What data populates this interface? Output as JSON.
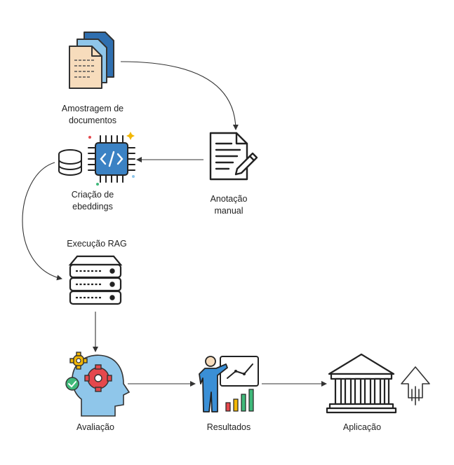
{
  "nodes": {
    "sampling": {
      "label": "Amostragem de\ndocumentos",
      "icon": "documents-stack-icon"
    },
    "annotation": {
      "label": "Anotação\nmanual",
      "icon": "document-pen-icon"
    },
    "embeddings": {
      "label": "Criação de\nebeddings",
      "icon": "database-chip-icon"
    },
    "rag": {
      "label": "Execução RAG",
      "icon": "server-rack-icon"
    },
    "evaluation": {
      "label": "Avaliação",
      "icon": "head-gears-icon"
    },
    "results": {
      "label": "Resultados",
      "icon": "presenter-chart-icon"
    },
    "application": {
      "label": "Aplicação",
      "icon": "bank-building-icon"
    }
  },
  "colors": {
    "doc_blue_dark": "#2f6fb0",
    "doc_blue_light": "#8fc6ea",
    "doc_paper": "#f7dcbc",
    "chip_blue": "#3b82c4",
    "gear_red": "#e5484d",
    "gear_yellow": "#f2b705",
    "check_green": "#3fb97a",
    "person_blue": "#3a8fd6",
    "bars": [
      "#e5484d",
      "#f2b705",
      "#3fb97a"
    ]
  }
}
